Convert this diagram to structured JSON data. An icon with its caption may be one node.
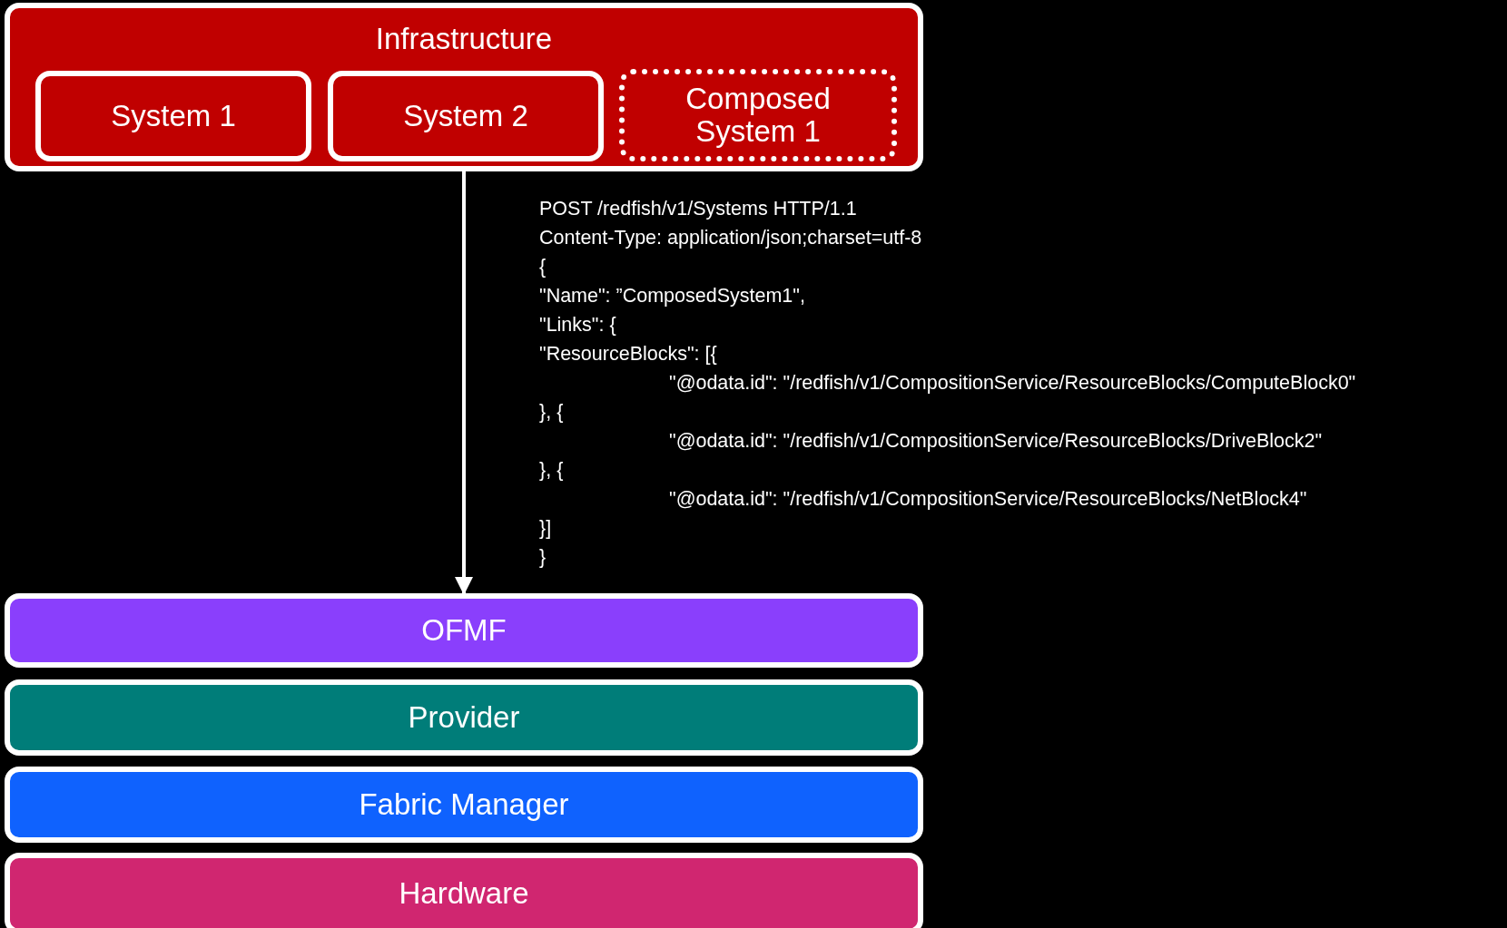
{
  "diagram": {
    "nodes": [
      {
        "text": [
          "Infrastructure"
        ]
      },
      {
        "text": [
          "System 1"
        ],
        "in": 0
      },
      {
        "text": [
          "System 2"
        ],
        "in": 0
      },
      {
        "text": [
          "Composed System 1"
        ],
        "in": 0
      },
      {
        "text": [
          "OFMF"
        ]
      },
      {
        "text": [
          "Provider"
        ]
      },
      {
        "text": [
          "Fabric Manager"
        ]
      },
      {
        "text": [
          "Hardware"
        ]
      }
    ],
    "edges": [
      {
        "from": 0,
        "to": 4,
        "arrow": "to"
      }
    ],
    "labels": [
      "POST /redfish/v1/Systems HTTP/1.1",
      "Content-Type:  application/json;charset=utf-8",
      "{",
      "\"Name\": ”ComposedSystem1\",",
      "\"Links\": {",
      "\"ResourceBlocks\": [{",
      "\"@odata.id\": \"/redfish/v1/CompositionService/ResourceBlocks/ComputeBlock0\"",
      "}, {",
      "\"@odata.id\": \"/redfish/v1/CompositionService/ResourceBlocks/DriveBlock2\"",
      "}, {",
      "\"@odata.id\": \"/redfish/v1/CompositionService/ResourceBlocks/NetBlock4\"",
      "}]",
      "}"
    ]
  }
}
